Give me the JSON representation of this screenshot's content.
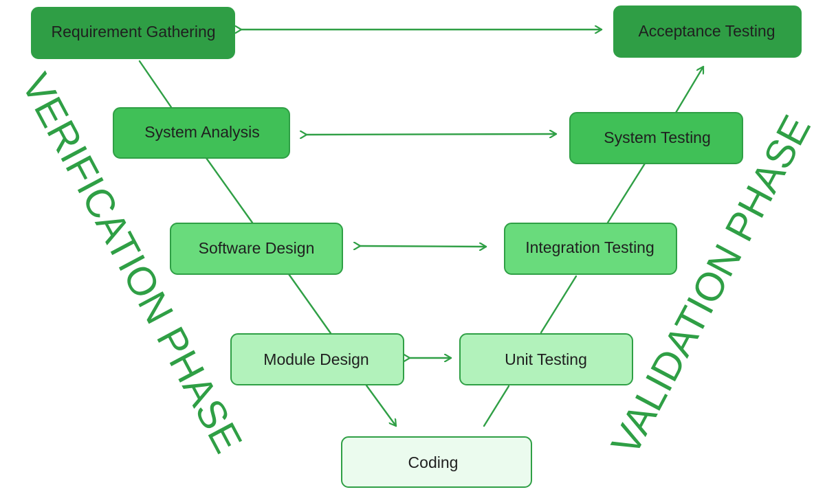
{
  "colors": {
    "line": "#2f9f45",
    "level1": "#2f9e45",
    "level2": "#40c057",
    "level3": "#69db7c",
    "level4": "#b2f2bb",
    "level5": "#ebfbee",
    "text": "#1f1f1f"
  },
  "verification": {
    "phase_label": "VERIFICATION PHASE",
    "requirement": "Requirement Gathering",
    "system_analysis": "System Analysis",
    "software_design": "Software Design",
    "module_design": "Module Design"
  },
  "validation": {
    "phase_label": "VALIDATION PHASE",
    "acceptance": "Acceptance Testing",
    "system_testing": "System Testing",
    "integration": "Integration Testing",
    "unit": "Unit Testing"
  },
  "coding": {
    "label": "Coding"
  }
}
